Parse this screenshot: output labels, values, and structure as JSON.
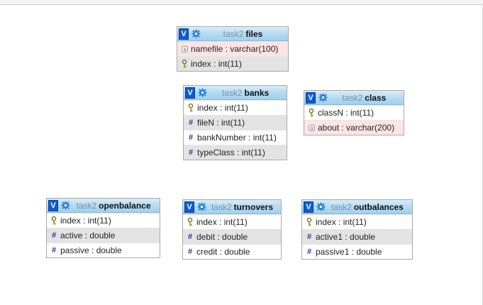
{
  "tables": [
    {
      "id": "files",
      "db": "task2",
      "name": "files",
      "columns": [
        {
          "text": "namefile : varchar(100)",
          "icon": "string-icon",
          "bg": "pink"
        },
        {
          "text": "index : int(11)",
          "icon": "key-icon",
          "bg": "gray"
        }
      ]
    },
    {
      "id": "banks",
      "db": "task2",
      "name": "banks",
      "columns": [
        {
          "text": "index : int(11)",
          "icon": "key-icon",
          "bg": "white"
        },
        {
          "text": "fileN : int(11)",
          "icon": "hash-icon",
          "bg": "gray"
        },
        {
          "text": "bankNumber : int(11)",
          "icon": "hash-icon",
          "bg": "white"
        },
        {
          "text": "typeClass : int(11)",
          "icon": "hash-icon",
          "bg": "gray"
        }
      ]
    },
    {
      "id": "class",
      "db": "task2",
      "name": "class",
      "columns": [
        {
          "text": "classN : int(11)",
          "icon": "key-icon",
          "bg": "white"
        },
        {
          "text": "about : varchar(200)",
          "icon": "string-icon",
          "bg": "pink"
        }
      ]
    },
    {
      "id": "openbalance",
      "db": "task2",
      "name": "openbalance",
      "columns": [
        {
          "text": "index : int(11)",
          "icon": "key-icon",
          "bg": "white"
        },
        {
          "text": "active : double",
          "icon": "hash-icon",
          "bg": "gray"
        },
        {
          "text": "passive : double",
          "icon": "hash-icon",
          "bg": "white"
        }
      ]
    },
    {
      "id": "turnovers",
      "db": "task2",
      "name": "turnovers",
      "columns": [
        {
          "text": "index : int(11)",
          "icon": "key-icon",
          "bg": "white"
        },
        {
          "text": "debit : double",
          "icon": "hash-icon",
          "bg": "gray"
        },
        {
          "text": "credit : double",
          "icon": "hash-icon",
          "bg": "white"
        }
      ]
    },
    {
      "id": "outbalances",
      "db": "task2",
      "name": "outbalances",
      "columns": [
        {
          "text": "index : int(11)",
          "icon": "key-icon",
          "bg": "white"
        },
        {
          "text": "active1 : double",
          "icon": "hash-icon",
          "bg": "gray"
        },
        {
          "text": "passive1 : double",
          "icon": "hash-icon",
          "bg": "white"
        }
      ]
    }
  ],
  "toggle_label": "V",
  "colors": {
    "header": "#b8dcf2",
    "toggle": "#0a5bd6",
    "row_gray": "#e3e3e3",
    "row_pink": "#fde4e4",
    "db_name": "#7a93a8"
  }
}
